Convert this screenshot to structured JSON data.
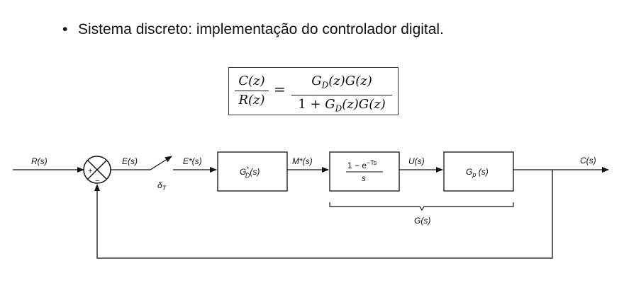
{
  "heading": {
    "bullet": "•",
    "text": "Sistema discreto: implementação do controlador digital."
  },
  "formula": {
    "lhs_num": "C(z)",
    "lhs_den": "R(z)",
    "equals": "=",
    "rhs_num": "GD(z)G(z)",
    "rhs_den": "1 + GD(z)G(z)"
  },
  "diagram": {
    "input_label": "R(s)",
    "summing_plus": "+",
    "summing_minus": "−",
    "error_label": "E(s)",
    "sampler_label": "δT",
    "sampled_error_label": "E*(s)",
    "controller_block": "G*D(s)",
    "controller_output_label": "M*(s)",
    "hold_block_num": "1 − e−Ts",
    "hold_block_den": "s",
    "hold_output_label": "U(s)",
    "plant_block": "Gp(s)",
    "output_label": "C(s)",
    "brace_label": "G(s)"
  }
}
